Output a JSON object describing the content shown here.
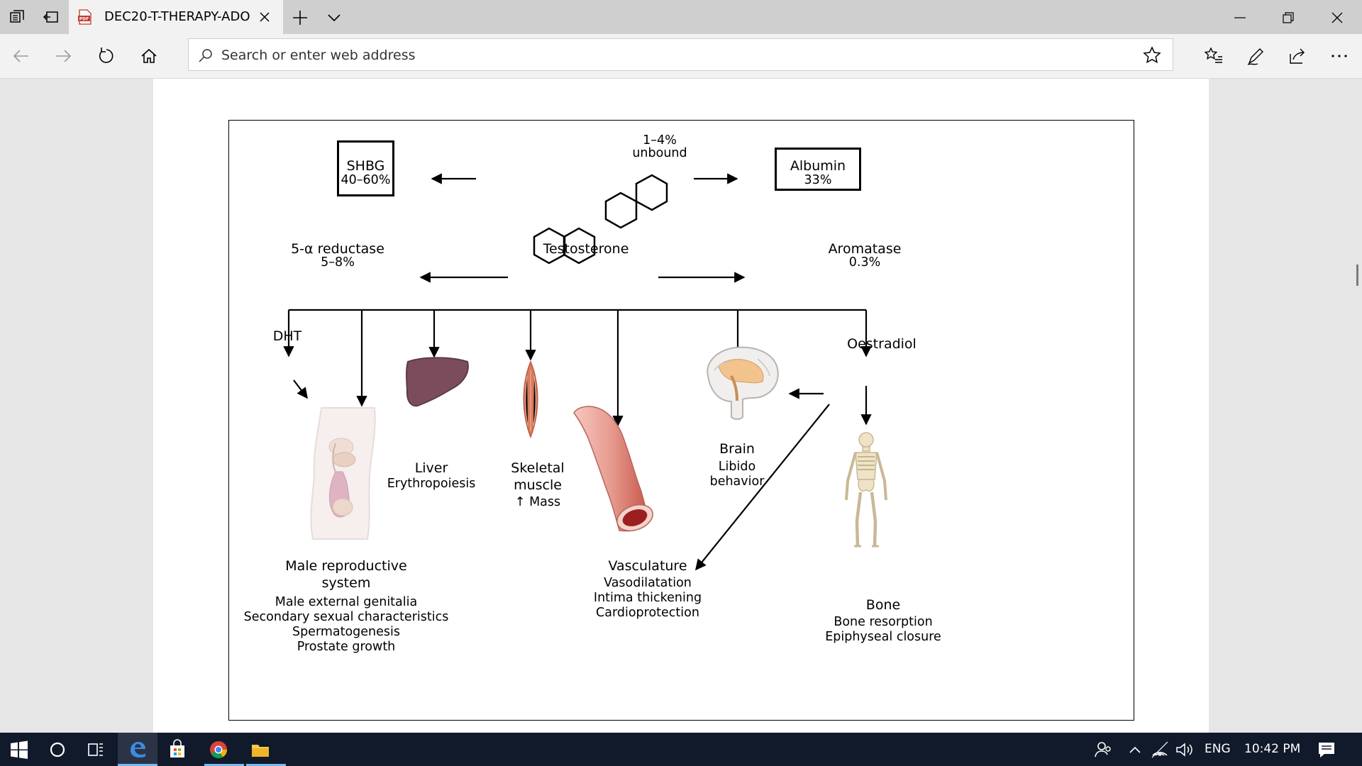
{
  "browser": {
    "tab_title": "DEC20-T-THERAPY-ADO",
    "address_placeholder": "Search or enter web address"
  },
  "figure": {
    "shbg": {
      "label": "SHBG",
      "value": "40–60%"
    },
    "unbound": {
      "line1": "1–4%",
      "line2": "unbound"
    },
    "albumin": {
      "label": "Albumin",
      "value": "33%"
    },
    "reductase": {
      "label": "5-α reductase",
      "value": "5–8%"
    },
    "testosterone": "Testosterone",
    "aromatase": {
      "label": "Aromatase",
      "value": "0.3%"
    },
    "dht": "DHT",
    "oestradiol": "Oestradiol",
    "liver": {
      "title": "Liver",
      "effect": "Erythropoiesis"
    },
    "muscle": {
      "title1": "Skeletal",
      "title2": "muscle",
      "effect": "↑ Mass"
    },
    "brain": {
      "title": "Brain",
      "effect1": "Libido",
      "effect2": "behavior"
    },
    "reproductive": {
      "title1": "Male reproductive",
      "title2": "system",
      "effects": [
        "Male external genitalia",
        "Secondary sexual characteristics",
        "Spermatogenesis",
        "Prostate growth"
      ]
    },
    "vasculature": {
      "title": "Vasculature",
      "effects": [
        "Vasodilatation",
        "Intima thickening",
        "Cardioprotection"
      ]
    },
    "bone": {
      "title": "Bone",
      "effects": [
        "Bone resorption",
        "Epiphyseal closure"
      ]
    }
  },
  "taskbar": {
    "language": "ENG",
    "time": "10:42 PM"
  },
  "icons": {
    "tab_aside": "tab-aside-icon",
    "tab_back": "tab-preview-icon",
    "pdf": "pdf-icon",
    "close": "close-icon",
    "new_tab": "plus-icon",
    "back": "back-arrow-icon",
    "forward": "forward-arrow-icon",
    "refresh": "refresh-icon",
    "home": "home-icon",
    "favorite": "star-icon",
    "favorites_hub": "favorites-icon",
    "notes": "pen-icon",
    "share": "share-icon",
    "more": "more-icon"
  }
}
